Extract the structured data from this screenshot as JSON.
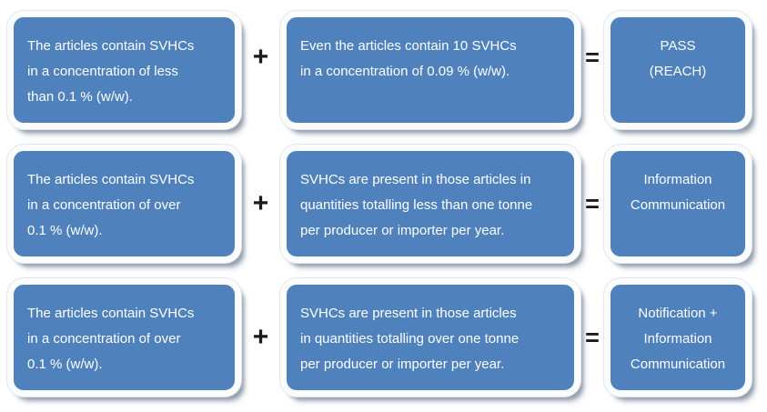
{
  "colors": {
    "box_fill": "#4f81bd",
    "box_border": "#fbfcfd",
    "box_outline": "#e3e6ea",
    "box_text": "#ffffff",
    "operator": "#1a1a1a",
    "background": "#ffffff"
  },
  "diagram": {
    "rows": [
      {
        "condition_a": "The articles contain SVHCs\nin a concentration of less\nthan 0.1 % (w/w).",
        "plus": "+",
        "condition_b": "Even the articles contain 10 SVHCs\nin a concentration of 0.09 % (w/w).",
        "equals": "=",
        "outcome": "PASS\n(REACH)"
      },
      {
        "condition_a": "The articles contain SVHCs\nin a concentration of over\n0.1 % (w/w).",
        "plus": "+",
        "condition_b": "SVHCs are present in those articles in\nquantities totalling less than one tonne\nper producer or importer per year.",
        "equals": "=",
        "outcome": "Information\nCommunication"
      },
      {
        "condition_a": "The articles contain SVHCs\nin a concentration of over\n0.1 % (w/w).",
        "plus": "+",
        "condition_b": "SVHCs are present in those articles\nin quantities totalling over one tonne\nper producer or importer per year.",
        "equals": "=",
        "outcome": "Notification +\nInformation\nCommunication"
      }
    ]
  }
}
